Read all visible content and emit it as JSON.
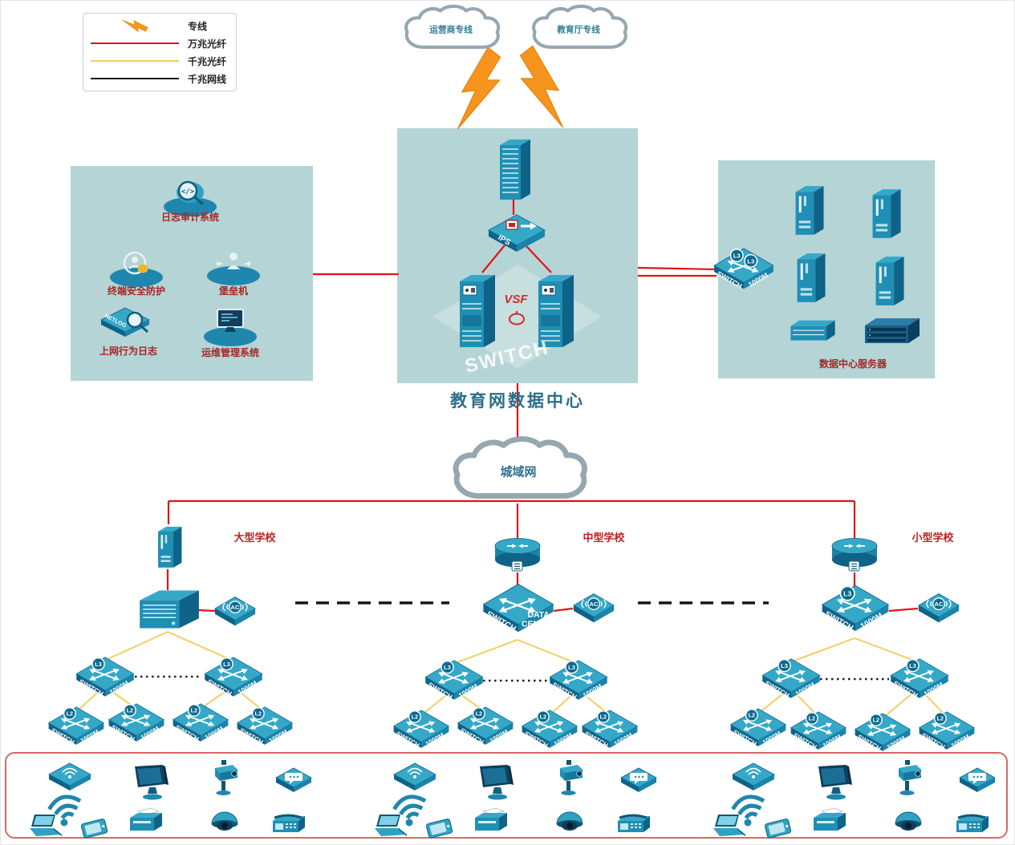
{
  "legend": {
    "items": [
      {
        "id": "dedicated-line",
        "label": "专线"
      },
      {
        "id": "10g-fiber",
        "label": "万兆光纤"
      },
      {
        "id": "1g-fiber",
        "label": "千兆光纤"
      },
      {
        "id": "1g-cable",
        "label": "千兆网线"
      }
    ]
  },
  "clouds": {
    "carrier": "运营商专线",
    "education": "教育厅专线",
    "man": "城域网"
  },
  "datacenter": {
    "title": "教育网数据中心",
    "vsf": "VSF",
    "ips": "IPS",
    "watermark": "SWITCH"
  },
  "security": {
    "audit": "日志审计系统",
    "terminal": "终端安全防护",
    "bastion": "堡垒机",
    "netlog": "上网行为日志",
    "netlog_device": "NETLOG",
    "ops": "运维管理系统"
  },
  "right_panel": {
    "label": "数据中心服务器"
  },
  "schools": {
    "large": "大型学校",
    "medium": "中型学校",
    "small": "小型学校"
  },
  "device_labels": {
    "l3": "L3",
    "l2": "L2",
    "ac": "AC",
    "switch": "SWITCH",
    "m1000": "1000M",
    "data": "DATA",
    "center": "CENTER"
  },
  "end_devices": [
    "wireless-ap",
    "wifi-signal",
    "laptop",
    "smartphone",
    "desktop-monitor",
    "printer",
    "ptz-camera",
    "dome-camera",
    "im-terminal",
    "fax-phone"
  ],
  "colors": {
    "fiber_10g": "#E01414",
    "fiber_1g": "#F2CE63",
    "cable_1g": "#161616",
    "panel": "#B5D4D5",
    "device_top": "#35A8C8",
    "device_side": "#0F6288",
    "label_red": "#A62626",
    "lightning": "#F7941D"
  }
}
